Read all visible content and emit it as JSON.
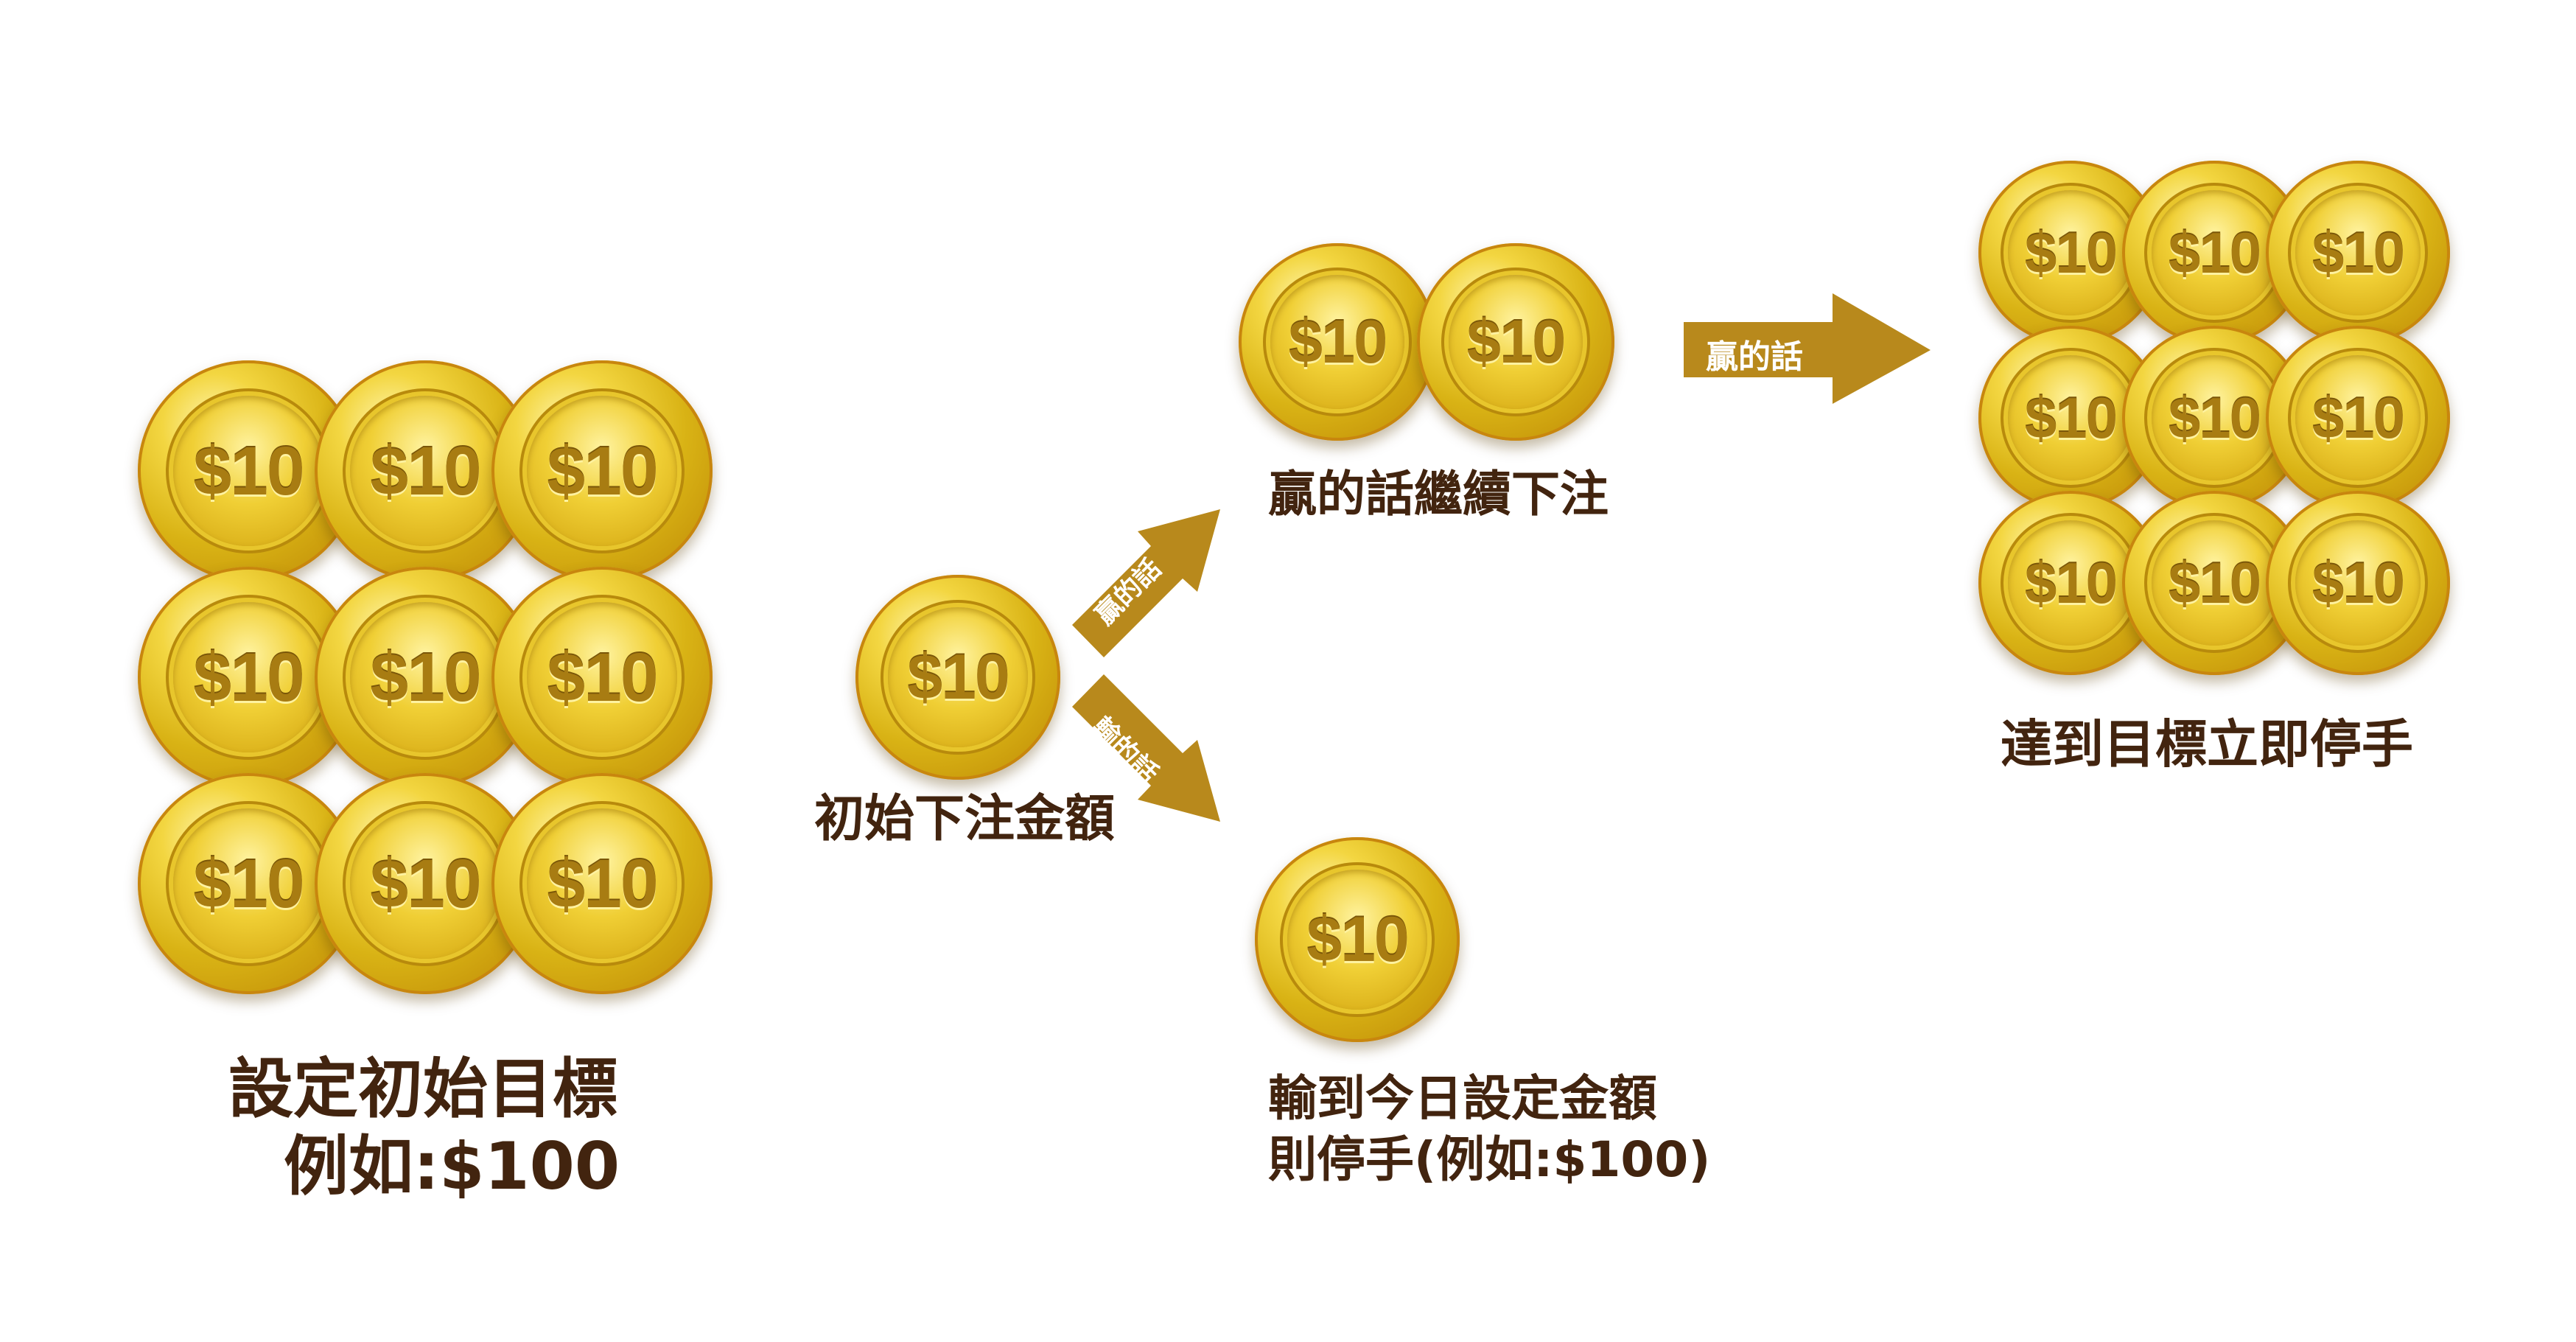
{
  "coin_label": "$10",
  "colors": {
    "text": "#42240f",
    "arrow": "#b8891c",
    "coin_gold": "#e0b91c"
  },
  "left": {
    "title": "設定初始目標",
    "example": "例如:$100"
  },
  "center": {
    "label": "初始下注金額",
    "win_arrow": "贏的話",
    "lose_arrow": "輸的話"
  },
  "win": {
    "label": "贏的話繼續下注",
    "arrow": "贏的話"
  },
  "lose": {
    "line1": "輸到今日設定金額",
    "line2": "則停手(例如:$100)"
  },
  "goal": {
    "label": "達到目標立即停手"
  }
}
